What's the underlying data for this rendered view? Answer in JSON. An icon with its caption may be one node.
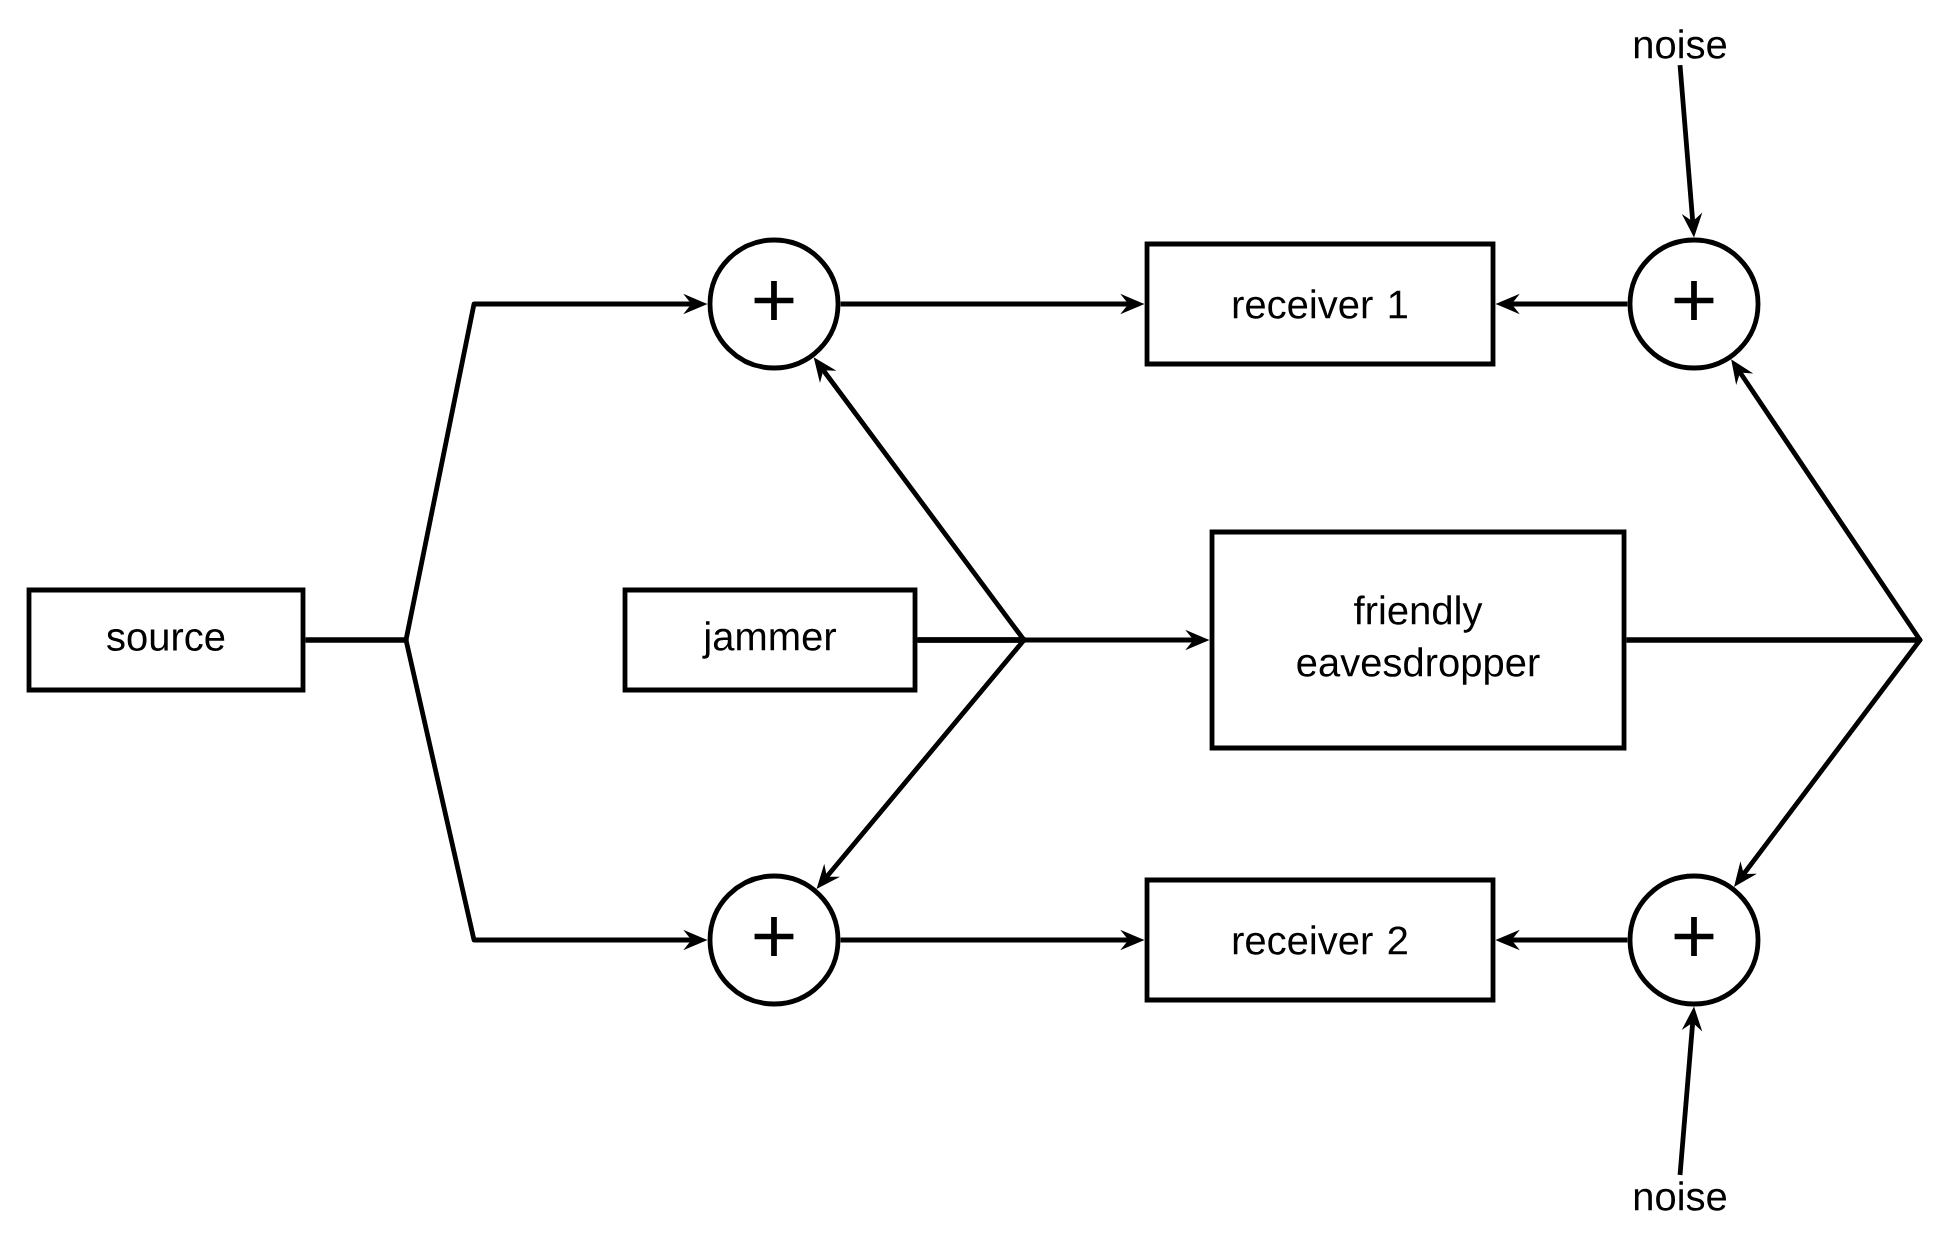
{
  "diagram": {
    "nodes": [
      {
        "text": [
          "source"
        ]
      },
      {
        "text": [
          "jammer"
        ]
      },
      {
        "text": [
          "friendly eavesdropper"
        ]
      },
      {
        "text": [
          "receiver 1"
        ]
      },
      {
        "text": [
          "receiver 2"
        ]
      },
      {
        "text": [
          "+"
        ]
      },
      {
        "text": [
          "+"
        ]
      },
      {
        "text": [
          "+"
        ]
      },
      {
        "text": [
          "+"
        ]
      },
      {
        "text": [
          "noise"
        ]
      },
      {
        "text": [
          "noise"
        ]
      }
    ],
    "edges": [
      {
        "from": 0,
        "to": 5,
        "arrow": "to"
      },
      {
        "from": 0,
        "to": 6,
        "arrow": "to"
      },
      {
        "from": 1,
        "to": 5,
        "arrow": "to"
      },
      {
        "from": 1,
        "to": 6,
        "arrow": "to"
      },
      {
        "from": 1,
        "to": 2,
        "arrow": "to"
      },
      {
        "from": 5,
        "to": 3,
        "arrow": "to"
      },
      {
        "from": 6,
        "to": 4,
        "arrow": "to"
      },
      {
        "from": 2,
        "to": 7,
        "arrow": "to"
      },
      {
        "from": 2,
        "to": 8,
        "arrow": "to"
      },
      {
        "from": 7,
        "to": 3,
        "arrow": "to"
      },
      {
        "from": 8,
        "to": 4,
        "arrow": "to"
      },
      {
        "from": 9,
        "to": 7,
        "arrow": "to"
      },
      {
        "from": 10,
        "to": 8,
        "arrow": "to"
      }
    ]
  }
}
